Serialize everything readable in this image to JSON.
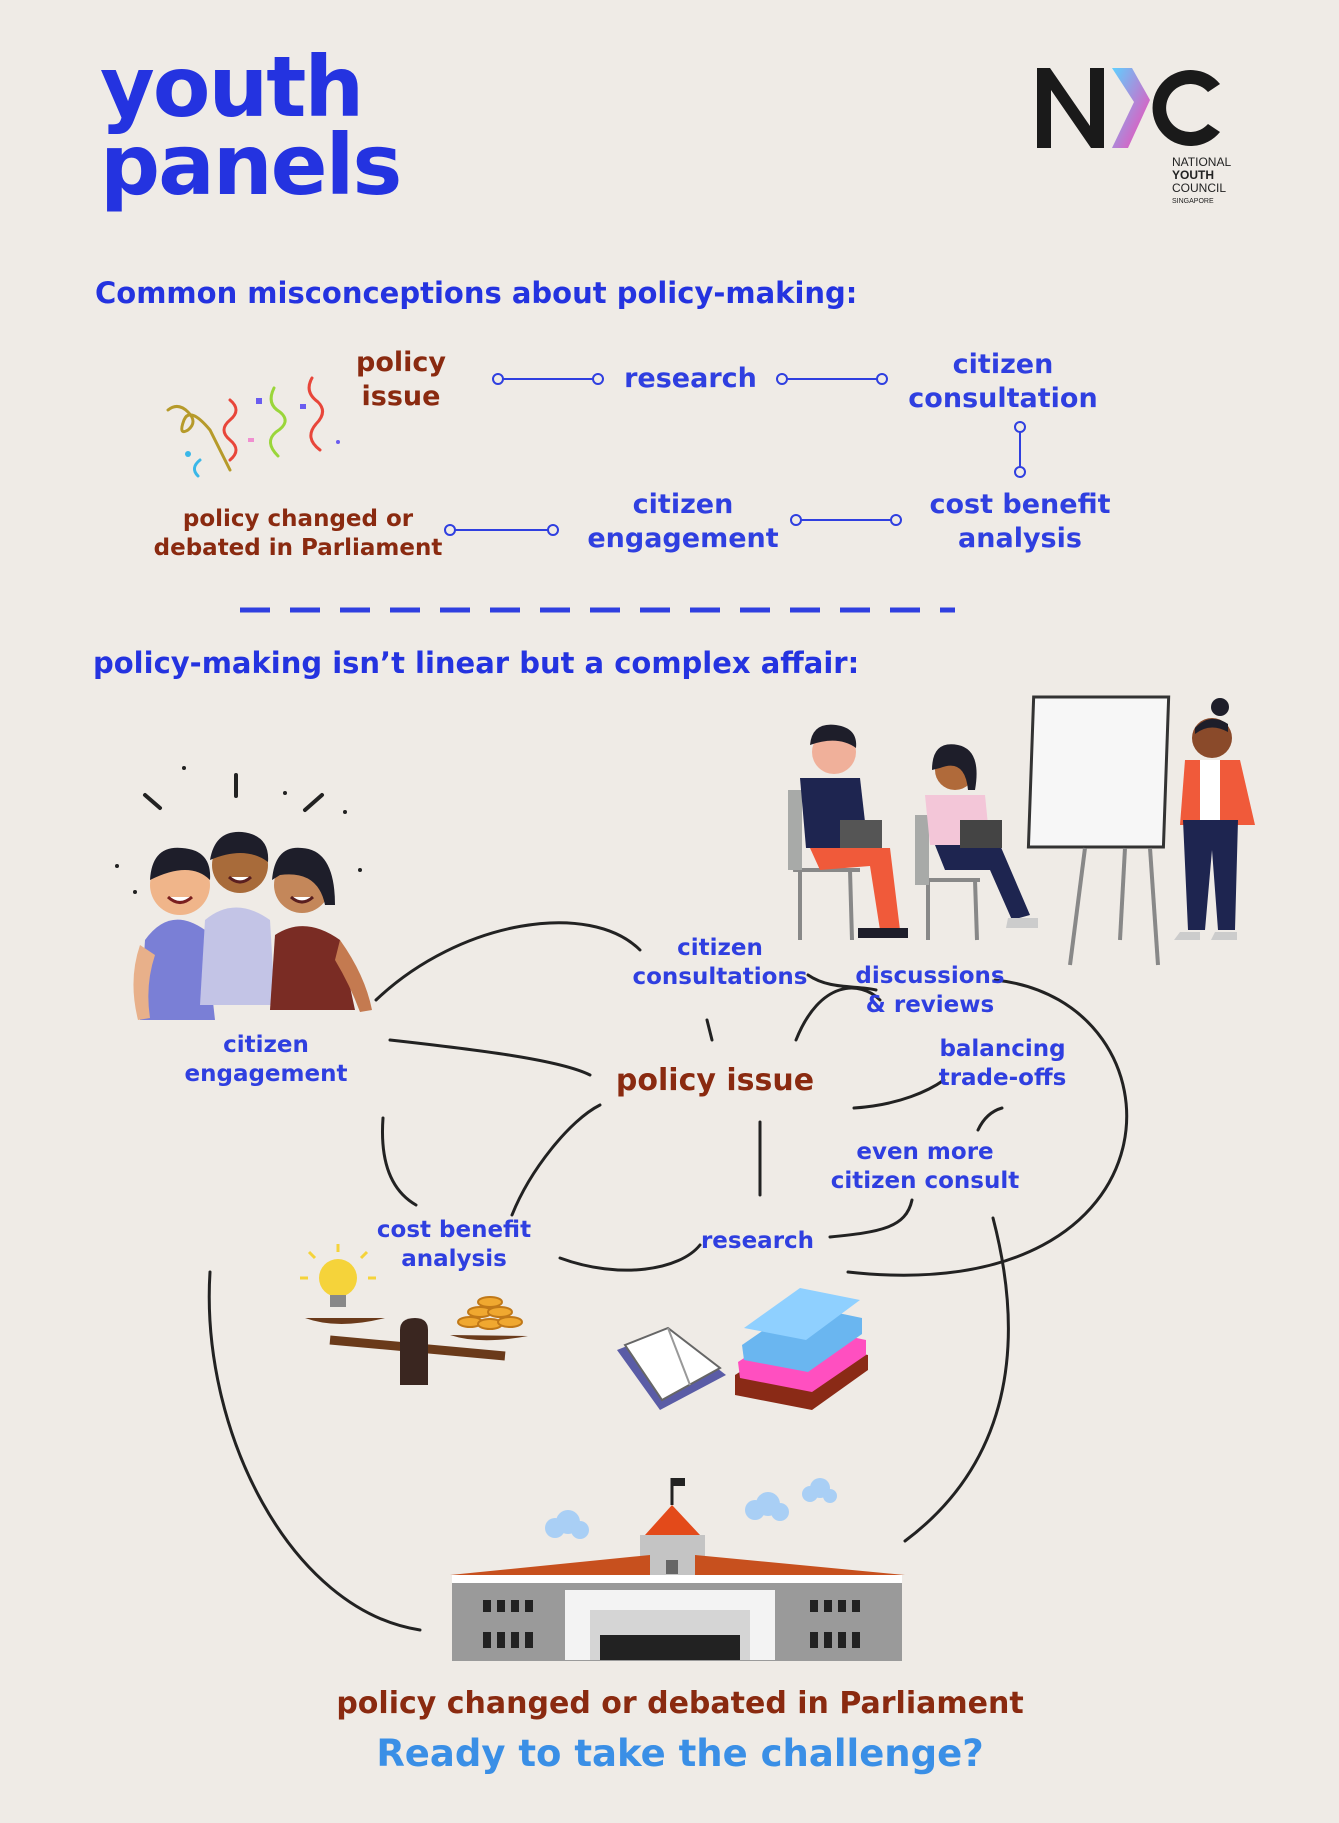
{
  "title": {
    "line1": "youth",
    "line2": "panels"
  },
  "logo": {
    "mark": "NYC",
    "line1": "NATIONAL",
    "line2": "YOUTH",
    "line3": "COUNCIL",
    "line4": "SINGAPORE"
  },
  "misconceptions": {
    "heading": "Common misconceptions about policy-making:",
    "steps": {
      "policy_issue": [
        "policy",
        "issue"
      ],
      "research": "research",
      "citizen_consultation": [
        "citizen",
        "consultation"
      ],
      "cost_benefit": [
        "cost benefit",
        "analysis"
      ],
      "citizen_engagement": [
        "citizen",
        "engagement"
      ],
      "parliament": [
        "policy changed or",
        "debated in Parliament"
      ]
    }
  },
  "complex": {
    "heading": "policy-making isn’t linear but a complex affair:",
    "center": "policy issue",
    "nodes": {
      "citizen_consultations": [
        "citizen",
        "consultations"
      ],
      "discussions": [
        "discussions",
        "& reviews"
      ],
      "balancing": [
        "balancing",
        "trade-offs"
      ],
      "citizen_engagement": [
        "citizen",
        "engagement"
      ],
      "even_more": [
        "even more",
        "citizen consult"
      ],
      "cost_benefit": [
        "cost benefit",
        "analysis"
      ],
      "research": "research"
    }
  },
  "footer": {
    "outcome": "policy changed or debated in Parliament",
    "cta": "Ready to take the challenge?"
  },
  "colors": {
    "blue": "#2f3fe0",
    "red": "#8a2a10",
    "cta": "#3a8fe6",
    "bg": "#efebe6"
  },
  "icons": [
    "confetti-icon",
    "group-friends-illustration",
    "meeting-illustration",
    "lightbulb-icon",
    "balance-scale-icon",
    "coins-icon",
    "open-book-icon",
    "book-stack-icon",
    "parliament-building-illustration",
    "cloud-icon",
    "flag-icon"
  ]
}
